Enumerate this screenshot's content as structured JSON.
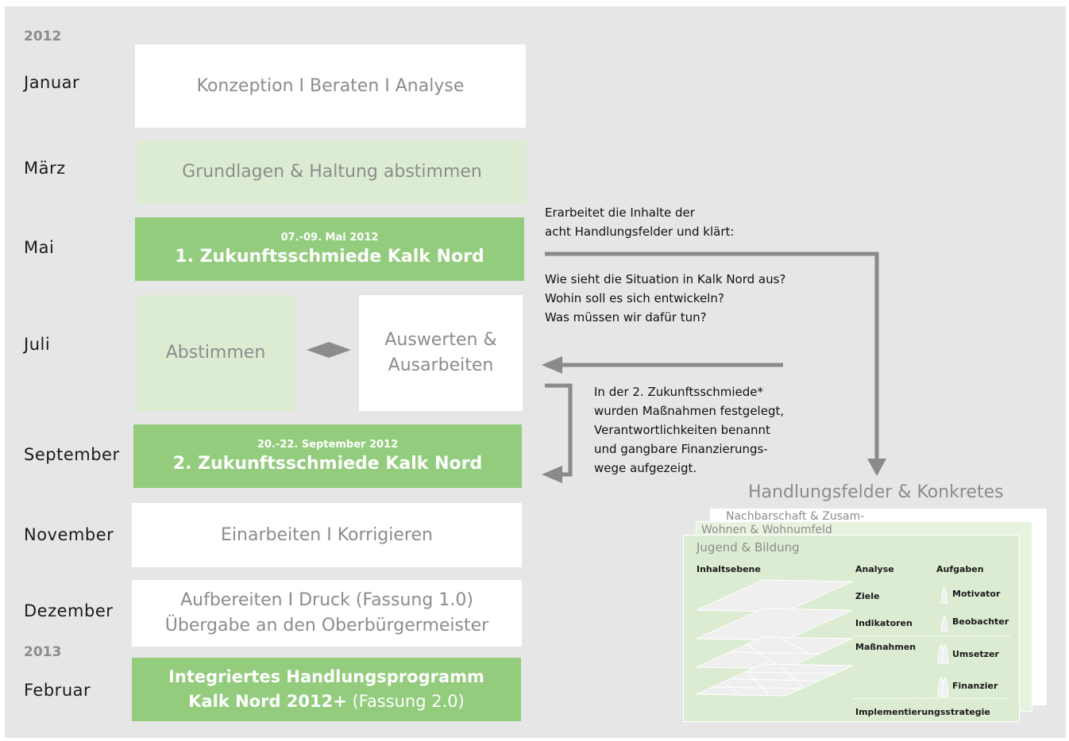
{
  "years": {
    "y2012": "2012",
    "y2013": "2013"
  },
  "months": {
    "januar": "Januar",
    "maerz": "März",
    "mai": "Mai",
    "juli": "Juli",
    "september": "September",
    "november": "November",
    "dezember": "Dezember",
    "februar": "Februar"
  },
  "steps": {
    "konzeption": "Konzeption I Beraten I Analyse",
    "grundlagen": "Grundlagen & Haltung abstimmen",
    "zs1_date": "07.-09. Mai 2012",
    "zs1_title": "1. Zukunftsschmiede Kalk Nord",
    "abstimmen": "Abstimmen",
    "auswerten_1": "Auswerten &",
    "auswerten_2": "Ausarbeiten",
    "zs2_date": "20.-22. September 2012",
    "zs2_title": "2. Zukunftsschmiede Kalk Nord",
    "einarbeiten": "Einarbeiten I Korrigieren",
    "aufbereiten_1": "Aufbereiten I Druck (Fassung 1.0)",
    "aufbereiten_2": "Übergabe an den Oberbürgermeister",
    "final_1": "Integriertes Handlungsprogramm",
    "final_2_bold": "Kalk Nord 2012+",
    "final_2_rest": " (Fassung 2.0)"
  },
  "notes": {
    "intro_1": "Erarbeitet die Inhalte der",
    "intro_2": "acht Handlungsfelder und klärt:",
    "q1": "Wie sieht die Situation in Kalk Nord aus?",
    "q2": "Wohin soll es sich entwickeln?",
    "q3": "Was müssen wir dafür tun?",
    "zs2_1": "In der 2. Zukunftsschmiede*",
    "zs2_2": "wurden Maßnahmen festgelegt,",
    "zs2_3": "Verantwortlichkeiten benannt",
    "zs2_4": "und gangbare Finanzierungs-",
    "zs2_5": "wege aufgezeigt."
  },
  "handlungsfelder": {
    "title": "Handlungsfelder & Konkretes",
    "card_back": "Nachbarschaft & Zusam-",
    "card_mid": "Wohnen & Wohnumfeld",
    "card_front": "Jugend & Bildung",
    "inhaltsebene": "Inhaltsebene",
    "analyse": "Analyse",
    "ziele": "Ziele",
    "indikatoren": "Indikatoren",
    "massnahmen": "Maßnahmen",
    "aufgaben": "Aufgaben",
    "motivator": "Motivator",
    "beobachter": "Beobachter",
    "umsetzer": "Umsetzer",
    "finanzier": "Finanzier",
    "implementierung": "Implementierungsstrategie"
  },
  "colors": {
    "background": "#e6e6e6",
    "green": "#92cc7c",
    "light_green": "#dcecd2",
    "grey_text": "#8c8c8c",
    "arrow": "#8a8a8a"
  }
}
